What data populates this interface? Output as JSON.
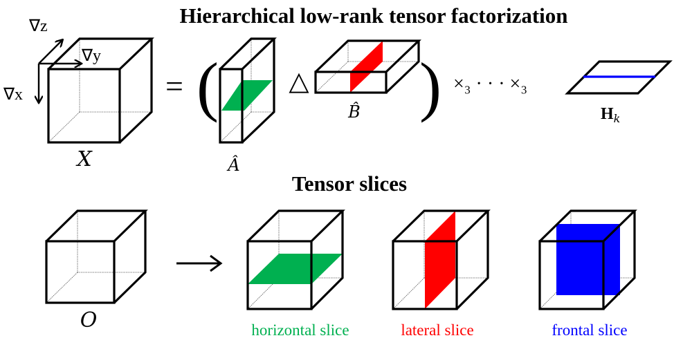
{
  "title": "Hierarchical low-rank tensor factorization",
  "subtitle": "Tensor slices",
  "colors": {
    "horizontal": "#00b050",
    "lateral": "#ff0000",
    "frontal": "#0000ff",
    "edge": "#000000"
  },
  "factorization": {
    "axis_z": "∇z",
    "axis_y": "∇y",
    "axis_x": "∇x",
    "tensor_label": "X",
    "equals": "=",
    "open_paren": "(",
    "close_paren": ")",
    "factor_a_label": "Â",
    "operator": "△",
    "factor_b_label": "B̂",
    "mode_product": "×₃ · · · ×₃",
    "h_label": "H",
    "h_subscript": "k"
  },
  "slices": {
    "source_label": "O",
    "arrow": "⟶",
    "items": [
      {
        "label": "horizontal slice",
        "color": "#00b050"
      },
      {
        "label": "lateral slice",
        "color": "#ff0000"
      },
      {
        "label": "frontal slice",
        "color": "#0000ff"
      }
    ]
  }
}
